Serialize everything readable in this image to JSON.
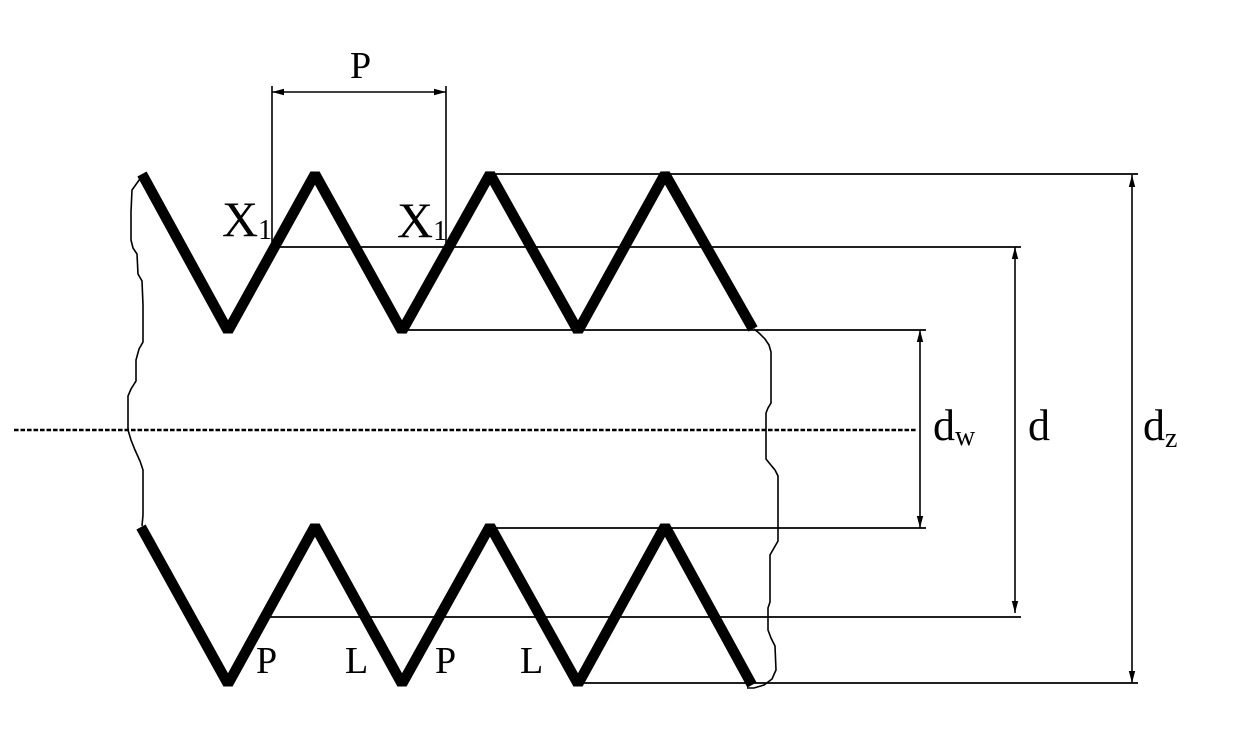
{
  "colors": {
    "ink": "#000000",
    "paper": "#ffffff"
  },
  "diagram": {
    "kind": "screw-thread-profile",
    "labels": {
      "pitch_top": "P",
      "x1_left": {
        "base": "X",
        "sub": "1"
      },
      "x1_right": {
        "base": "X",
        "sub": "1"
      },
      "d_w": {
        "base": "d",
        "sub": "w"
      },
      "d": {
        "base": "d",
        "sub": ""
      },
      "d_z": {
        "base": "d",
        "sub": "z"
      },
      "flanks_bottom": [
        "P",
        "L",
        "P",
        "L"
      ]
    }
  }
}
